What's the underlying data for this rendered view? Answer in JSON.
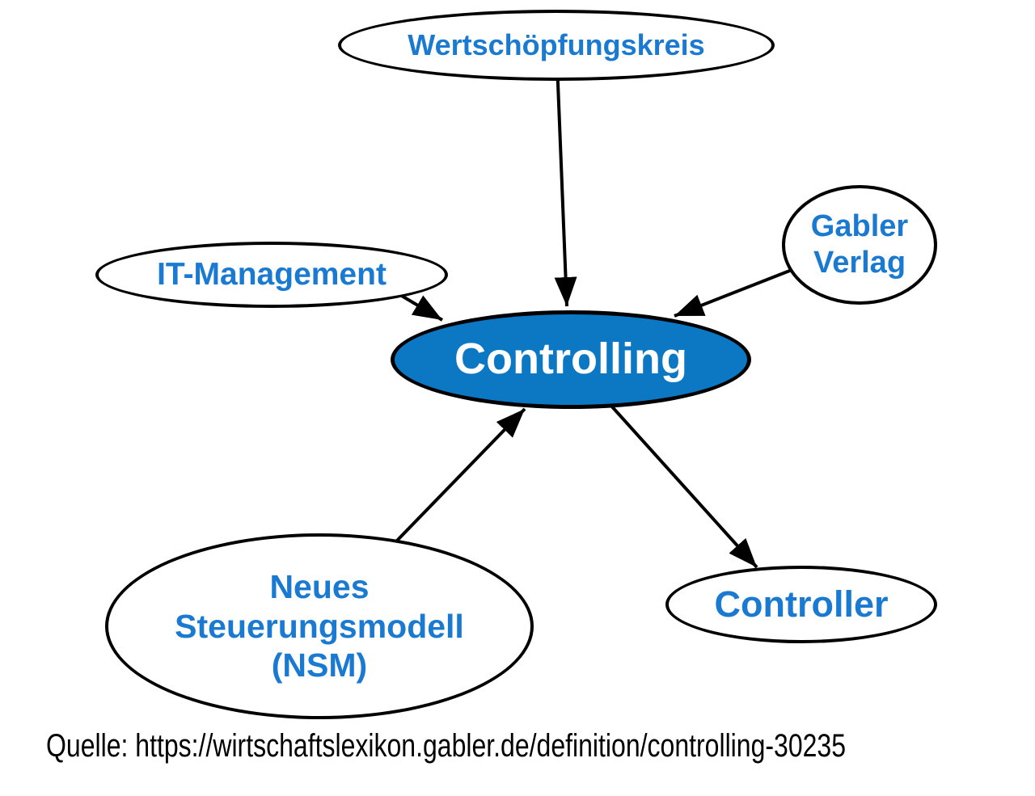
{
  "diagram": {
    "type": "concept-map",
    "focus_node": "Controlling",
    "nodes": [
      {
        "id": "wertschoepfungskreis",
        "label": "Wertschöpfungskreis",
        "emphasized": false
      },
      {
        "id": "it-management",
        "label": "IT-Management",
        "emphasized": false
      },
      {
        "id": "gabler-verlag",
        "label": "Gabler\nVerlag",
        "emphasized": false
      },
      {
        "id": "controlling",
        "label": "Controlling",
        "emphasized": true
      },
      {
        "id": "neues-steuerungsmodell-nsm",
        "label": "Neues\nSteuerungsmodell\n(NSM)",
        "emphasized": false
      },
      {
        "id": "controller",
        "label": "Controller",
        "emphasized": false
      }
    ],
    "edges": [
      {
        "from": "wertschoepfungskreis",
        "to": "controlling"
      },
      {
        "from": "it-management",
        "to": "controlling"
      },
      {
        "from": "gabler-verlag",
        "to": "controlling"
      },
      {
        "from": "neues-steuerungsmodell-nsm",
        "to": "controlling"
      },
      {
        "from": "controlling",
        "to": "controller"
      }
    ],
    "colors": {
      "node_fill": "#ffffff",
      "node_border": "#000000",
      "focus_fill": "#0c78c4",
      "label": "#1a7ad2",
      "focus_label": "#ffffff",
      "edge": "#000000",
      "caption": "#000000"
    }
  },
  "caption": {
    "text": "Quelle: https://wirtschaftslexikon.gabler.de/definition/controlling-30235"
  }
}
